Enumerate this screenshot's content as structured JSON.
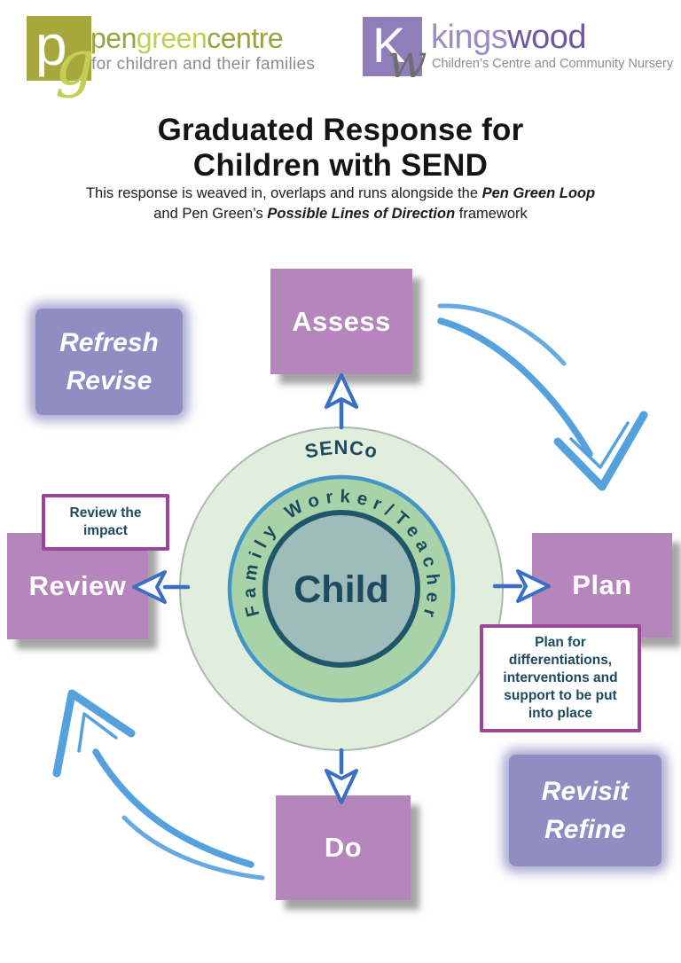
{
  "header": {
    "pengreen": {
      "logo_p": "p",
      "logo_g": "g",
      "name_pen": "pen",
      "name_green": "green",
      "name_centre": "centre",
      "tagline": "for children and their families"
    },
    "kingswood": {
      "logo_k": "K",
      "logo_w": "w",
      "name_kings": "kings",
      "name_wood": "wood",
      "tagline": "Children’s Centre and Community Nursery"
    }
  },
  "title": "Graduated Response for\nChildren with SEND",
  "subtitle": {
    "line1_text": "This response is weaved in, overlaps and runs alongside the ",
    "line1_bold": "Pen Green Loop",
    "line2_pre": "and Pen Green’s ",
    "line2_bold": "Possible Lines of Direction",
    "line2_post": " framework"
  },
  "diagram": {
    "circles": {
      "outer": "SENCo",
      "middle": "Family Worker/Teacher",
      "inner": "Child"
    },
    "stages": [
      {
        "id": "assess",
        "label": "Assess"
      },
      {
        "id": "plan",
        "label": "Plan"
      },
      {
        "id": "do",
        "label": "Do"
      },
      {
        "id": "review",
        "label": "Review"
      }
    ],
    "notes": [
      {
        "id": "refresh-revise",
        "label": "Refresh\nRevise"
      },
      {
        "id": "revisit-refine",
        "label": "Revisit\nRefine"
      }
    ],
    "annotations": [
      {
        "id": "review-impact",
        "text": "Review the\nimpact"
      },
      {
        "id": "plan-detail",
        "text": "Plan for\ndifferentiations,\ninterventions and\nsupport to be put\ninto place"
      }
    ]
  },
  "theme": {
    "purpleBox": "#b486bc",
    "lavender": "#8e8ec2",
    "arrowBlue": "#3a6fc4",
    "sketchBlue": "#55a1de",
    "annBorder": "#9b4696",
    "teal": "#1d4a5e",
    "outerFill": "#e2eedd",
    "outerStroke": "#adb6b0",
    "middleFill": "#a8d3a8",
    "middleStroke": "#4295c5",
    "innerFill": "#9dbcba",
    "innerStroke": "#1f5669",
    "oliveSquare": "#a6a83e",
    "oliveDark": "#9aa43c",
    "oliveLight": "#c2cf56",
    "kwSquare": "#8f7eba",
    "kwLight": "#9c8cc6",
    "kwDark": "#6f58a3",
    "kwScript": "#6e6e72",
    "grayText": "#8d8d8d",
    "titleColor": "#141414"
  }
}
